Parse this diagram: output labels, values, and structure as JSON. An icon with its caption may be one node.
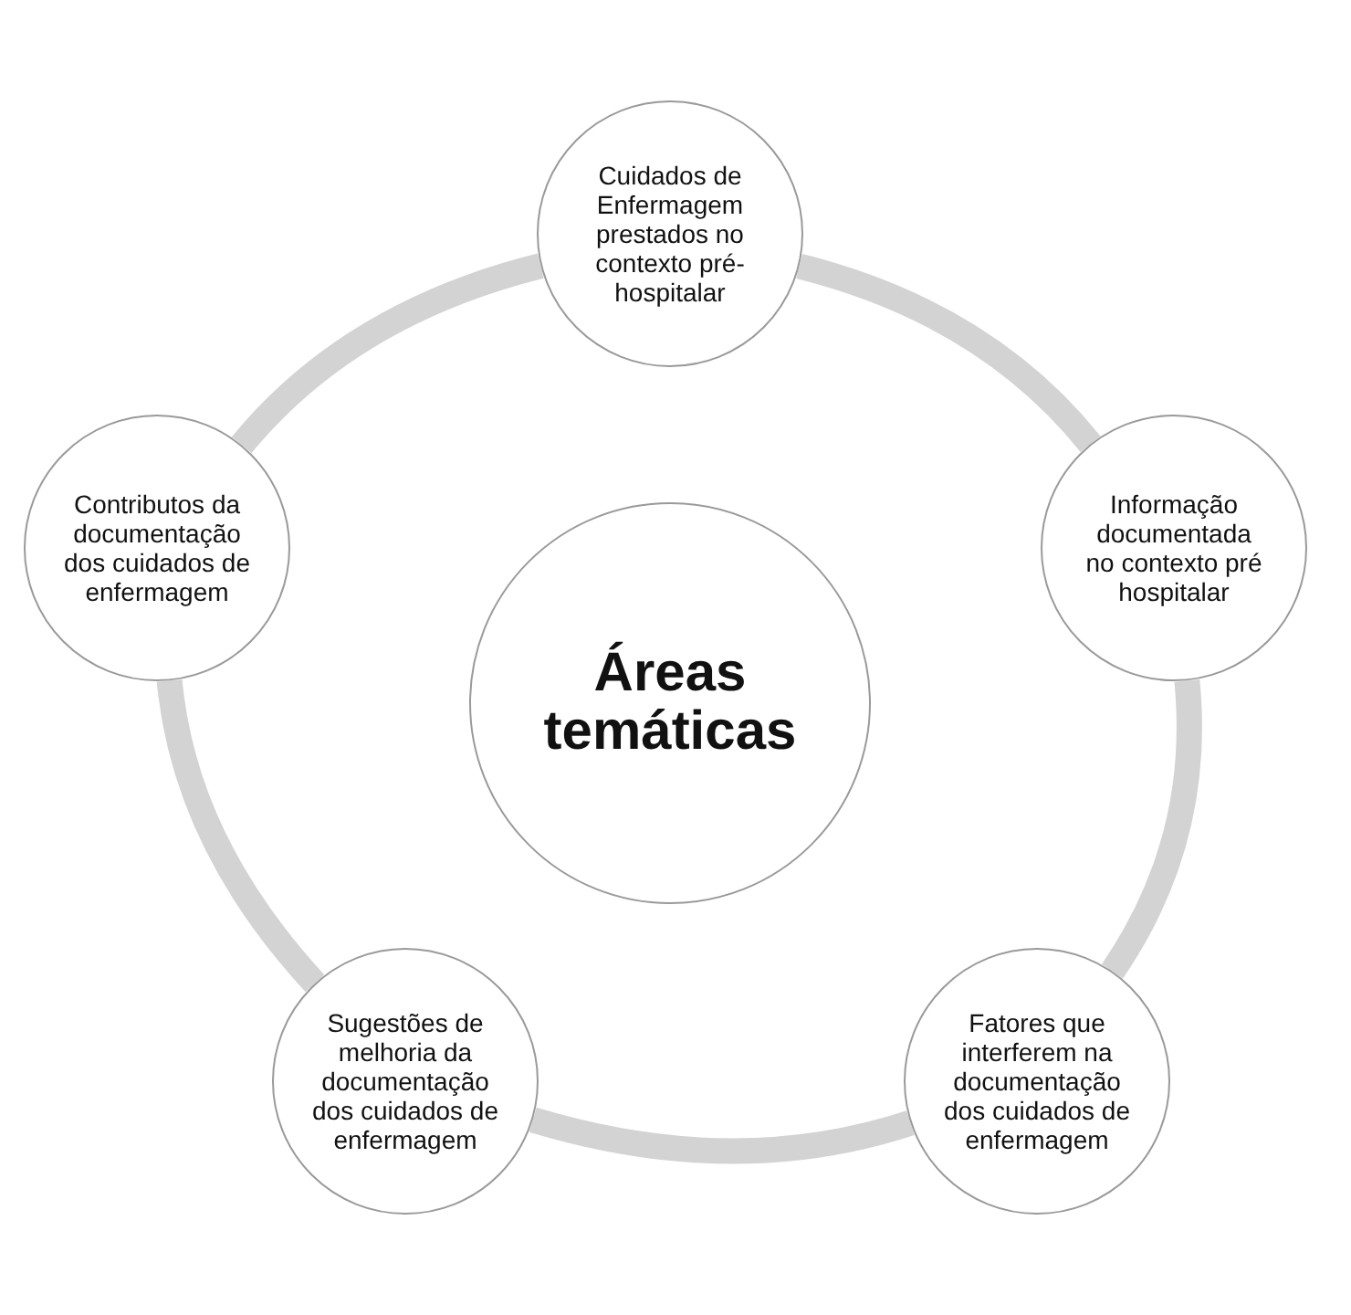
{
  "diagram": {
    "nodes": [
      {
        "text": [
          "Áreas temáticas"
        ]
      },
      {
        "text": [
          "Cuidados de Enfermagem prestados no contexto pré-hospitalar"
        ]
      },
      {
        "text": [
          "Informação documentada no contexto pré hospitalar"
        ]
      },
      {
        "text": [
          "Fatores que interferem na documentação dos cuidados de enfermagem"
        ]
      },
      {
        "text": [
          "Sugestões de melhoria da documentação dos cuidados de enfermagem"
        ]
      },
      {
        "text": [
          "Contributos da documentação dos cuidados de enfermagem"
        ]
      }
    ],
    "edges": [
      {
        "from": 1,
        "to": 2,
        "arrow": "none"
      },
      {
        "from": 2,
        "to": 3,
        "arrow": "none"
      },
      {
        "from": 3,
        "to": 4,
        "arrow": "none"
      },
      {
        "from": 4,
        "to": 5,
        "arrow": "none"
      },
      {
        "from": 5,
        "to": 1,
        "arrow": "none"
      }
    ]
  }
}
